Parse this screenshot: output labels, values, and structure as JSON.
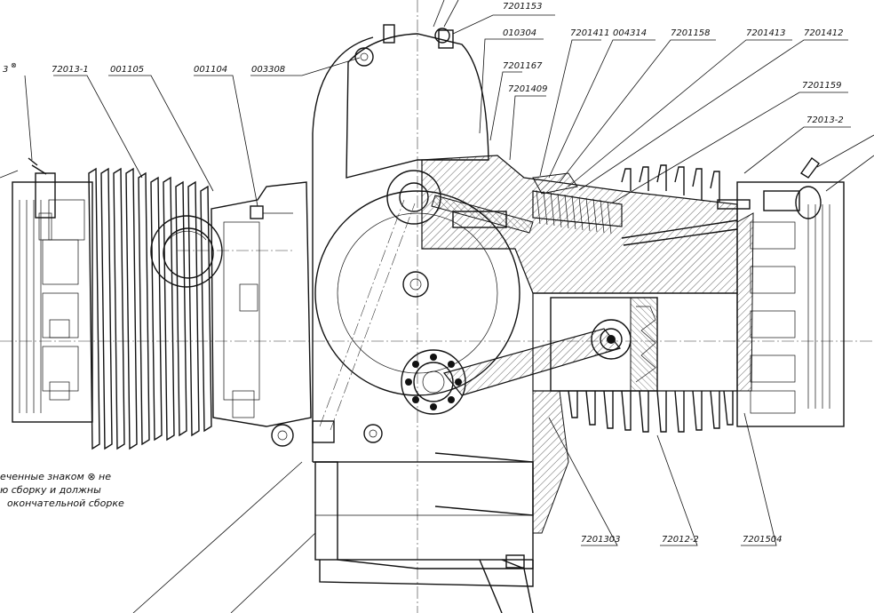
{
  "drawing": {
    "part_labels": [
      {
        "id": "l1",
        "text": "7201153"
      },
      {
        "id": "l2",
        "text": "010304"
      },
      {
        "id": "l3",
        "text": "7201411"
      },
      {
        "id": "l4",
        "text": "004314"
      },
      {
        "id": "l5",
        "text": "7201158"
      },
      {
        "id": "l6",
        "text": "7201413"
      },
      {
        "id": "l7",
        "text": "7201412"
      },
      {
        "id": "l8",
        "text": "7201167"
      },
      {
        "id": "l9",
        "text": "7201409"
      },
      {
        "id": "l10",
        "text": "7201159"
      },
      {
        "id": "l11",
        "text": "72013-2"
      },
      {
        "id": "l12",
        "text": "72013-1"
      },
      {
        "id": "l13",
        "text": "001105"
      },
      {
        "id": "l14",
        "text": "001104"
      },
      {
        "id": "l15",
        "text": "003308"
      },
      {
        "id": "l16",
        "text": "7201303"
      },
      {
        "id": "l17",
        "text": "72012-2"
      },
      {
        "id": "l18",
        "text": "7201504"
      },
      {
        "id": "l19",
        "text": "3"
      }
    ],
    "note": {
      "line1": "еченные знаком ⊗ не",
      "line2": "ю сборку и должны",
      "line3": "окончательной сборке",
      "mark_symbol": "⊗"
    }
  }
}
